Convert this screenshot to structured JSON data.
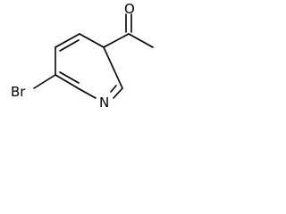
{
  "molecule": {
    "atoms": {
      "bromine": "Br",
      "nitrogen": "N",
      "oxygen": "O"
    }
  }
}
